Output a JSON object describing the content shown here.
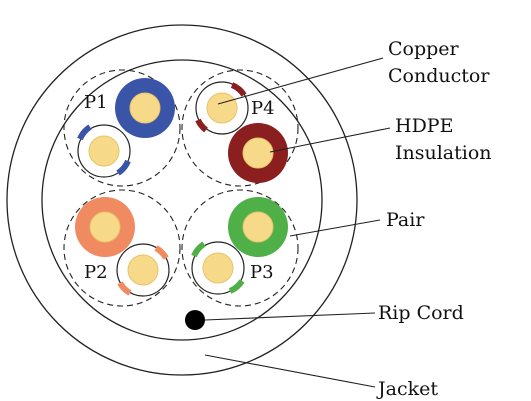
{
  "labels": {
    "copper_conductor_line1": "Copper",
    "copper_conductor_line2": "Conductor",
    "hdpe_insulation_line1": "HDPE",
    "hdpe_insulation_line2": "Insulation",
    "pair": "Pair",
    "rip_cord": "Rip Cord",
    "jacket": "Jacket"
  },
  "pairs": [
    {
      "label": "P1",
      "color": "#3a55a8"
    },
    {
      "label": "P2",
      "color": "#f08a60"
    },
    {
      "label": "P3",
      "color": "#4fb048"
    },
    {
      "label": "P4",
      "color": "#8b1e1e"
    }
  ],
  "colors": {
    "conductor": "#f7d98a",
    "rip_cord": "#000000",
    "outline": "#222222"
  }
}
